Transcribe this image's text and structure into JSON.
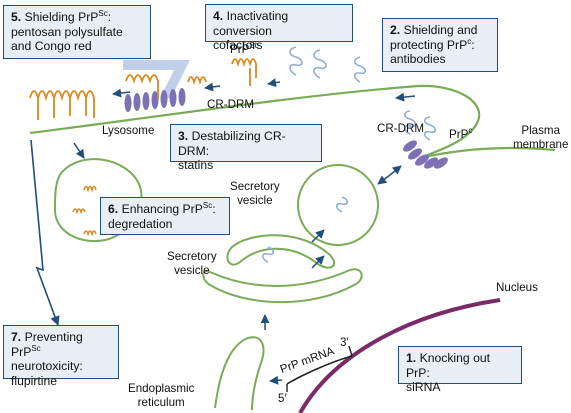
{
  "boxes": {
    "b1": {
      "num": "1.",
      "lines": [
        "Knocking out PrP:",
        "siRNA"
      ]
    },
    "b2": {
      "num": "2.",
      "lines": [
        "Shielding and",
        "protecting PrP",
        "c",
        ":",
        "antibodies"
      ]
    },
    "b3": {
      "num": "3.",
      "lines": [
        "Destabilizing CR-DRM:",
        "statins"
      ]
    },
    "b4": {
      "num": "4.",
      "lines": [
        "Inactivating conversion",
        "cofactors"
      ]
    },
    "b5": {
      "num": "5.",
      "lines": [
        "Shielding PrP",
        "Sc",
        ":",
        "pentosan polysulfate",
        "and Congo red"
      ]
    },
    "b6": {
      "num": "6.",
      "lines": [
        "Enhancing PrP",
        "Sc",
        ":",
        "degredation"
      ]
    },
    "b7": {
      "num": "7.",
      "lines": [
        "Preventing PrP",
        "Sc",
        "neurotoxicity:",
        "flupirtine"
      ]
    }
  },
  "labels": {
    "prpsc": [
      "PrP",
      "Sc"
    ],
    "prpc": [
      "PrP",
      "c"
    ],
    "crdrm_top": "CR-DRM",
    "crdrm_right": "CR-DRM",
    "lysosome": "Lysosome",
    "plasma_membrane": [
      "Plasma",
      "membrane"
    ],
    "secretory_vesicle_1": [
      "Secretory",
      "vesicle"
    ],
    "secretory_vesicle_2": [
      "Secretory",
      "vesicle"
    ],
    "endoplasmic_reticulum": [
      "Endoplasmic",
      "reticulum"
    ],
    "nucleus": "Nucleus",
    "mrna": "PrP mRNA",
    "five_prime": "5′",
    "three_prime": "3′"
  },
  "colors": {
    "membrane": "#79ac57",
    "box_fill": "#e7eef6",
    "box_border": "#1f4f7a",
    "prpsc": "#d9891f",
    "prpc": "#8eb0d2",
    "raft": "#7d71b3",
    "nucleus": "#7a2a66",
    "arrow": "#1f4f7a",
    "shield": "#b5c7e6"
  }
}
